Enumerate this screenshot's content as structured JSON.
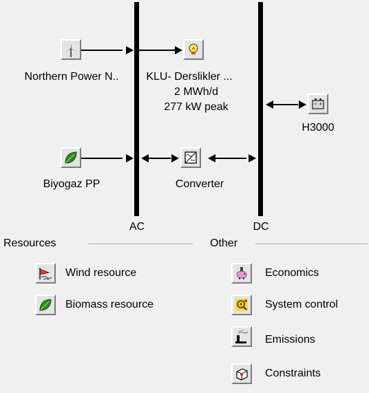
{
  "components": {
    "wind_turbine": {
      "label": "Northern Power N..",
      "icon": "wind-turbine-icon"
    },
    "load": {
      "name": "KLU- Derslikler ...",
      "energy": "2 MWh/d",
      "peak": "277 kW peak",
      "icon": "light-bulb-icon"
    },
    "battery": {
      "label": "H3000",
      "icon": "battery-icon"
    },
    "biogas": {
      "label": "Biyogaz PP",
      "icon": "leaf-icon"
    },
    "converter": {
      "label": "Converter",
      "icon": "converter-icon"
    }
  },
  "buses": {
    "ac": "AC",
    "dc": "DC"
  },
  "resources": {
    "title": "Resources",
    "items": [
      {
        "label": "Wind resource",
        "icon": "wind-resource-icon"
      },
      {
        "label": "Biomass resource",
        "icon": "biomass-leaf-icon"
      }
    ]
  },
  "other": {
    "title": "Other",
    "items": [
      {
        "label": "Economics",
        "icon": "piggy-bank-icon"
      },
      {
        "label": "System control",
        "icon": "system-control-icon"
      },
      {
        "label": "Emissions",
        "icon": "smokestack-icon"
      },
      {
        "label": "Constraints",
        "icon": "cube-icon"
      }
    ]
  }
}
